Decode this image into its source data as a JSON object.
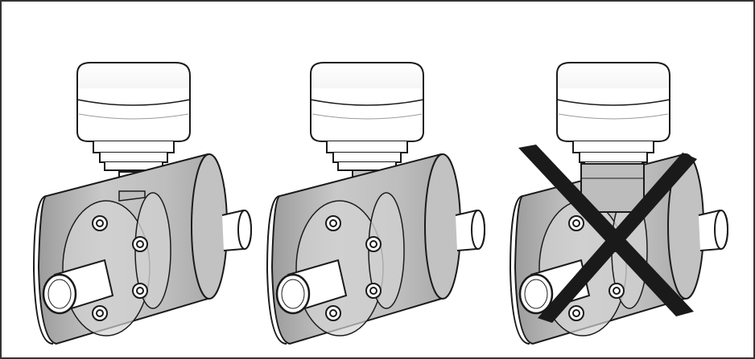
{
  "figure": {
    "panels": [
      {
        "state": "correct",
        "insulation": "flange-only",
        "icon": "valve-actuator-insulated-icon"
      },
      {
        "state": "correct",
        "insulation": "up-to-neck",
        "icon": "valve-actuator-insulated-icon"
      },
      {
        "state": "incorrect",
        "insulation": "covers-actuator-bracket",
        "icon": "valve-actuator-insulated-icon",
        "mark": "cross-out-icon"
      }
    ],
    "colors": {
      "frame": "#333333",
      "line": "#1a1a1a",
      "insulation_fill": "#bdbdbd",
      "insulation_dark": "#9a9a9a",
      "actuator_fill": "#ffffff",
      "cross": "#1a1a1a"
    }
  }
}
